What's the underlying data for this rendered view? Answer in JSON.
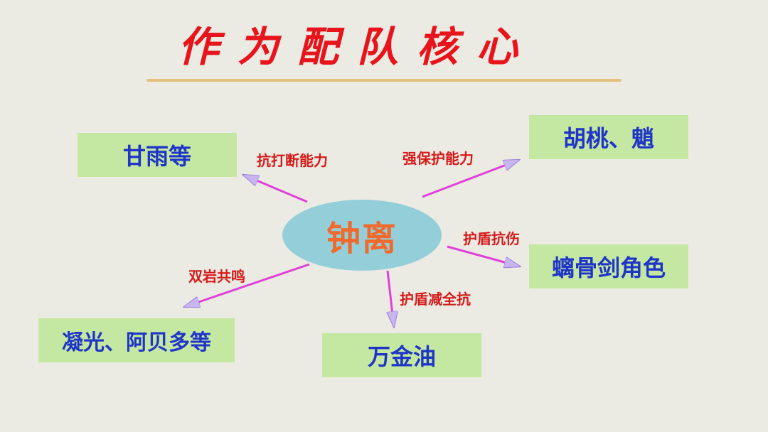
{
  "title": "作为配队核心",
  "center": "钟离",
  "nodes": {
    "ganyu": "甘雨等",
    "hutao": "胡桃、魈",
    "chiyu": "螭骨剑角色",
    "wanjin": "万金油",
    "ningguang": "凝光、阿贝多等"
  },
  "edges": {
    "ganyu": "抗打断能力",
    "hutao": "强保护能力",
    "chiyu": "护盾抗伤",
    "wanjin": "护盾减全抗",
    "ningguang": "双岩共鸣"
  },
  "colors": {
    "title": "#e8141b",
    "box_fill": "#c4e7a1",
    "box_text": "#1f35c8",
    "center_fill": "#94cfd9",
    "center_text": "#ef6a2c",
    "edge_label": "#d61a1a",
    "arrow": "#e040d8"
  }
}
